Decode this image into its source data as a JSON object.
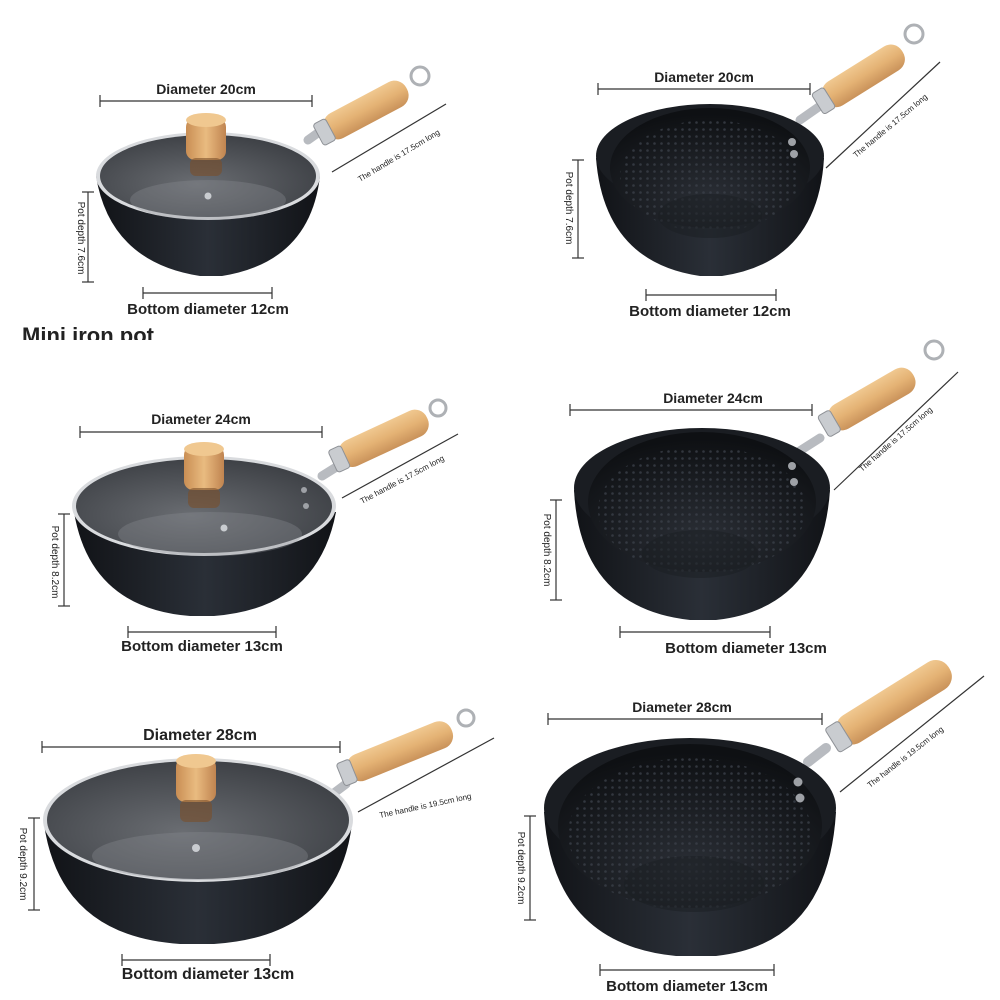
{
  "section_heading": "Mini iron pot",
  "pots": [
    {
      "diameter": "Diameter 20cm",
      "depth": "Pot depth 7.6cm",
      "bottom": "Bottom diameter 12cm",
      "handle": "The handle is 17.5cm long",
      "lid": true
    },
    {
      "diameter": "Diameter 20cm",
      "depth": "Pot depth 7.6cm",
      "bottom": "Bottom diameter 12cm",
      "handle": "The handle is 17.5cm long",
      "lid": false
    },
    {
      "diameter": "Diameter 24cm",
      "depth": "Pot depth 8.2cm",
      "bottom": "Bottom diameter 13cm",
      "handle": "The handle is 17.5cm long",
      "lid": true
    },
    {
      "diameter": "Diameter 24cm",
      "depth": "Pot depth 8.2cm",
      "bottom": "Bottom diameter 13cm",
      "handle": "The handle is 17.5cm long",
      "lid": false
    },
    {
      "diameter": "Diameter 28cm",
      "depth": "Pot depth 9.2cm",
      "bottom": "Bottom diameter 13cm",
      "handle": "The handle is 19.5cm long",
      "lid": true
    },
    {
      "diameter": "Diameter 28cm",
      "depth": "Pot depth 9.2cm",
      "bottom": "Bottom diameter 13cm",
      "handle": "The handle is 19.5cm long",
      "lid": false
    }
  ],
  "colors": {
    "pot_body": "#1c2026",
    "lid_glass": "#56595e",
    "wood": "#e4b274",
    "steel": "#c9ccd0"
  }
}
